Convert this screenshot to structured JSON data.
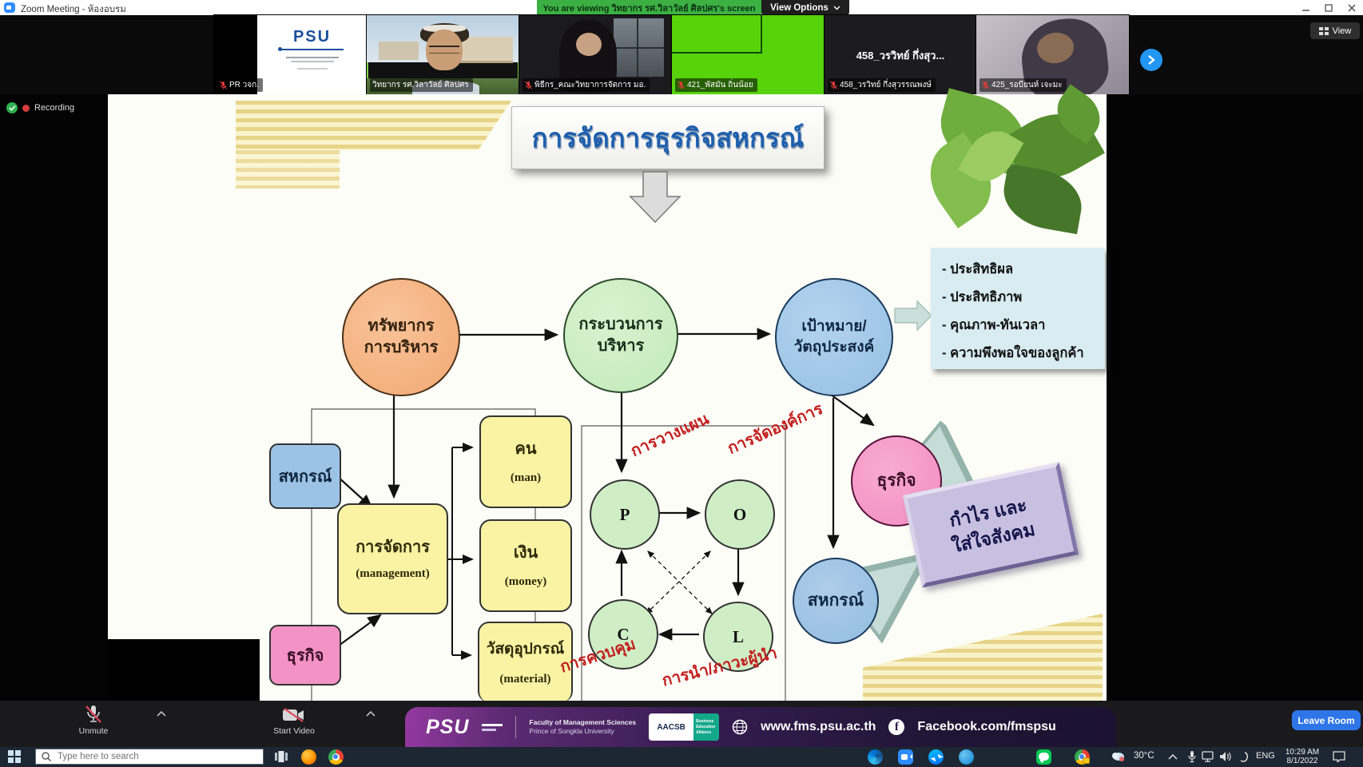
{
  "window": {
    "title": "Zoom Meeting - ห้องอบรม",
    "view_button": "View"
  },
  "green_banner": {
    "text": "You are viewing วิทยากร รศ.วิลาวัลย์ ศิลปศร's screen",
    "view_options": "View Options"
  },
  "recording_label": "Recording",
  "participants": [
    {
      "name": "PR วจก.",
      "logo": "PSU"
    },
    {
      "name": "วิทยากร รศ.วิลาวัลย์ ศิลปศร"
    },
    {
      "name": "พิธีกร_คณะวิทยาการจัดการ มอ."
    },
    {
      "name": "421_พัสมัน ถิ่นน้อย"
    },
    {
      "name": "458_วรวิทย์ กึ่งสุวรรณพงษ์",
      "display_text": "458_วรวิทย์ กึ่งสุว..."
    },
    {
      "name": "425_รอบียนห์ เจะมะ"
    }
  ],
  "slide": {
    "title": "การจัดการธุรกิจสหกรณ์",
    "circle_resources_1": "ทรัพยากร",
    "circle_resources_2": "การบริหาร",
    "circle_process_1": "กระบวนการ",
    "circle_process_2": "บริหาร",
    "circle_goal_1": "เป้าหมาย/",
    "circle_goal_2": "วัตถุประสงค์",
    "outcomes": [
      "- ประสิทธิผล",
      "- ประสิทธิภาพ",
      "- คุณภาพ-ทันเวลา",
      "- ความพึงพอใจของลูกค้า"
    ],
    "coop_box": "สหกรณ์",
    "mgmt_1": "การจัดการ",
    "mgmt_2": "(management)",
    "business_box": "ธุรกิจ",
    "man_1": "คน",
    "man_2": "(man)",
    "money_1": "เงิน",
    "money_2": "(money)",
    "material_1": "วัสดุอุปกรณ์",
    "material_2": "(material)",
    "p": "P",
    "o": "O",
    "c": "C",
    "l": "L",
    "planning": "การวางแผน",
    "organizing": "การจัดองค์การ",
    "controlling": "การควบคุม",
    "leading": "การนำ/ภาวะผู้นำ",
    "business_circle": "ธุรกิจ",
    "coop_circle": "สหกรณ์",
    "profit_1": "กำไร และ",
    "profit_2": "ใส่ใจสังคม"
  },
  "controls": {
    "unmute": "Unmute",
    "start_video": "Start Video",
    "leave_room": "Leave Room"
  },
  "footer": {
    "psu_logo": "PSU",
    "faculty_1": "Faculty of Management Sciences",
    "faculty_2": "Prince of Songkla University",
    "aacsb": "AACSB",
    "aacsb_1": "Business",
    "aacsb_2": "Education",
    "aacsb_3": "Alliance",
    "website": "www.fms.psu.ac.th",
    "facebook": "Facebook.com/fmspsu",
    "fb_icon": "f"
  },
  "taskbar": {
    "search_placeholder": "Type here to search",
    "temperature": "30°C",
    "language": "ENG",
    "time": "10:29 AM",
    "date": "8/1/2022"
  }
}
